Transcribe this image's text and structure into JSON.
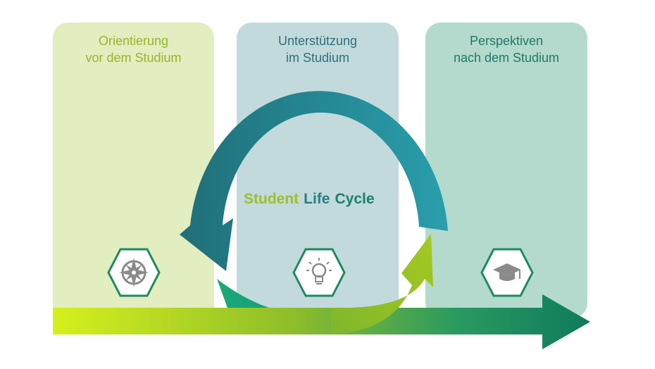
{
  "panels": [
    {
      "title": "Orientierung\nvor dem Studium",
      "icon": "compass-icon"
    },
    {
      "title": "Unterstützung\nim Studium",
      "icon": "lightbulb-icon"
    },
    {
      "title": "Perspektiven\nnach dem Studium",
      "icon": "graduation-cap-icon"
    }
  ],
  "center_label": {
    "word1": "Student",
    "word2": "Life",
    "word3": "Cycle"
  },
  "colors": {
    "panel_1": "#e2edc0",
    "panel_2": "#c2dadb",
    "panel_3": "#b4dacd",
    "cycle_arrow": "#25818f",
    "progress_arrow_start": "#d4ef1e",
    "progress_arrow_end": "#0f7a5c",
    "hex_border": "#1e8a5f",
    "icon_gray": "#8a8a8a"
  }
}
